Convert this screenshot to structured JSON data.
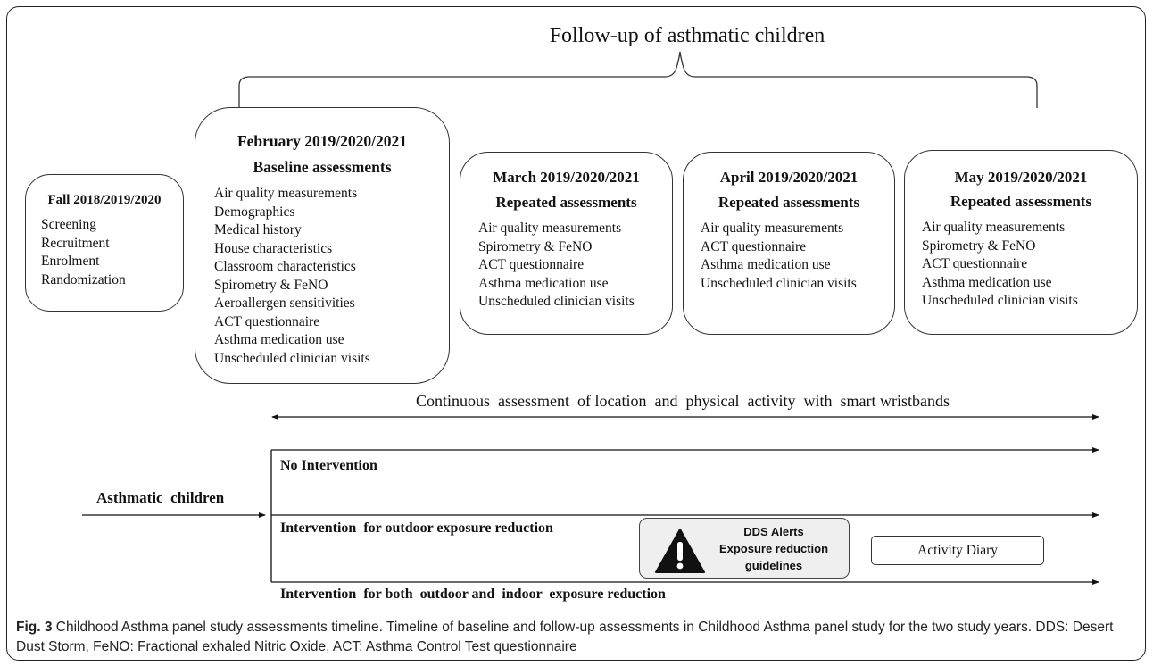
{
  "figure": {
    "header": "Follow-up of asthmatic children",
    "phases": [
      {
        "title": "Fall 2018/2019/2020",
        "subtitle": "",
        "items": [
          "Screening",
          "Recruitment",
          "Enrolment",
          "Randomization"
        ]
      },
      {
        "title": "February  2019/2020/2021",
        "subtitle": "Baseline assessments",
        "items": [
          "Air quality measurements",
          "Demographics",
          "Medical history",
          "House characteristics",
          "Classroom characteristics",
          "Spirometry & FeNO",
          "Aeroallergen sensitivities",
          "ACT  questionnaire",
          "Asthma medication use",
          "Unscheduled clinician visits"
        ]
      },
      {
        "title": "March  2019/2020/2021",
        "subtitle": "Repeated assessments",
        "items": [
          "Air quality measurements",
          "Spirometry & FeNO",
          "ACT  questionnaire",
          "Asthma medication use",
          "Unscheduled  clinician visits"
        ]
      },
      {
        "title": "April  2019/2020/2021",
        "subtitle": "Repeated assessments",
        "items": [
          "Air quality measurements",
          "ACT  questionnaire",
          "Asthma medication use",
          "Unscheduled clinician visits"
        ]
      },
      {
        "title": "May  2019/2020/2021",
        "subtitle": "Repeated assessments",
        "items": [
          "Air quality measurements",
          "Spirometry & FeNO",
          "ACT  questionnaire",
          "Asthma medication use",
          "Unscheduled  clinician visits"
        ]
      }
    ],
    "continuous_label": "Continuous  assessment  of location  and  physical  activity  with  smart wristbands",
    "population_label": "Asthmatic  children",
    "arms": {
      "none": "No Intervention",
      "outdoor": "Intervention  for outdoor exposure reduction",
      "both": "Intervention  for both  outdoor and  indoor  exposure reduction"
    },
    "dds_box": {
      "line1": "DDS Alerts",
      "line2": "Exposure reduction",
      "line3": "guidelines",
      "icon": "warning-icon"
    },
    "diary_label": "Activity Diary"
  },
  "caption": {
    "label": "Fig. 3",
    "text": " Childhood Asthma panel study assessments timeline. Timeline of baseline and follow-up assessments in Childhood Asthma panel study for the two study years. DDS: Desert Dust Storm, FeNO: Fractional exhaled Nitric Oxide, ACT: Asthma Control Test questionnaire"
  }
}
